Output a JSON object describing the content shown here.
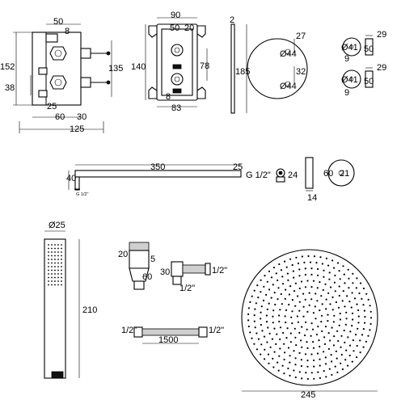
{
  "valve_body": {
    "dims": {
      "width_top": "50",
      "depth_step": "8",
      "height_total": "152",
      "height_inner": "135",
      "offset_38": "38",
      "offset_25": "25",
      "base_60": "60",
      "base_30": "30",
      "width_total": "125"
    }
  },
  "valve_front": {
    "dims": {
      "width": "90",
      "top_a": "50",
      "top_b": "20",
      "height": "140",
      "inner_h": "78",
      "bottom_a": "8",
      "bottom_b": "83"
    }
  },
  "faceplate": {
    "dims": {
      "thickness": "2",
      "height": "185",
      "top": "27",
      "knob_a": "Ø44",
      "mid": "32",
      "knob_b": "Ø44"
    }
  },
  "handles": {
    "dims": {
      "dia_a": "Ø41",
      "depth_a": "29",
      "height_a": "50",
      "neck_a": "9",
      "dia_b": "Ø41",
      "depth_b": "29",
      "height_b": "50",
      "neck_b": "9"
    }
  },
  "shower_arm": {
    "dims": {
      "length": "350",
      "end": "25",
      "thread": "G 1/2\"",
      "height": "40",
      "flange_thread": "G 1/2\"",
      "elbow": "24"
    }
  },
  "ceiling_flange": {
    "dims": {
      "height": "60",
      "depth": "14",
      "dia": "21"
    }
  },
  "hand_shower": {
    "dims": {
      "dia": "Ø25",
      "length": "210"
    }
  },
  "wall_bracket": {
    "dims": {
      "width": "20",
      "top": "5",
      "height": "60"
    }
  },
  "wall_outlet": {
    "dims": {
      "height": "30",
      "thread_out": "1/2\"",
      "thread_in": "1/2\""
    }
  },
  "hose": {
    "dims": {
      "thread_left": "1/2\"",
      "length": "1500",
      "thread_right": "1/2\""
    }
  },
  "shower_head": {
    "dims": {
      "dia": "245"
    }
  }
}
